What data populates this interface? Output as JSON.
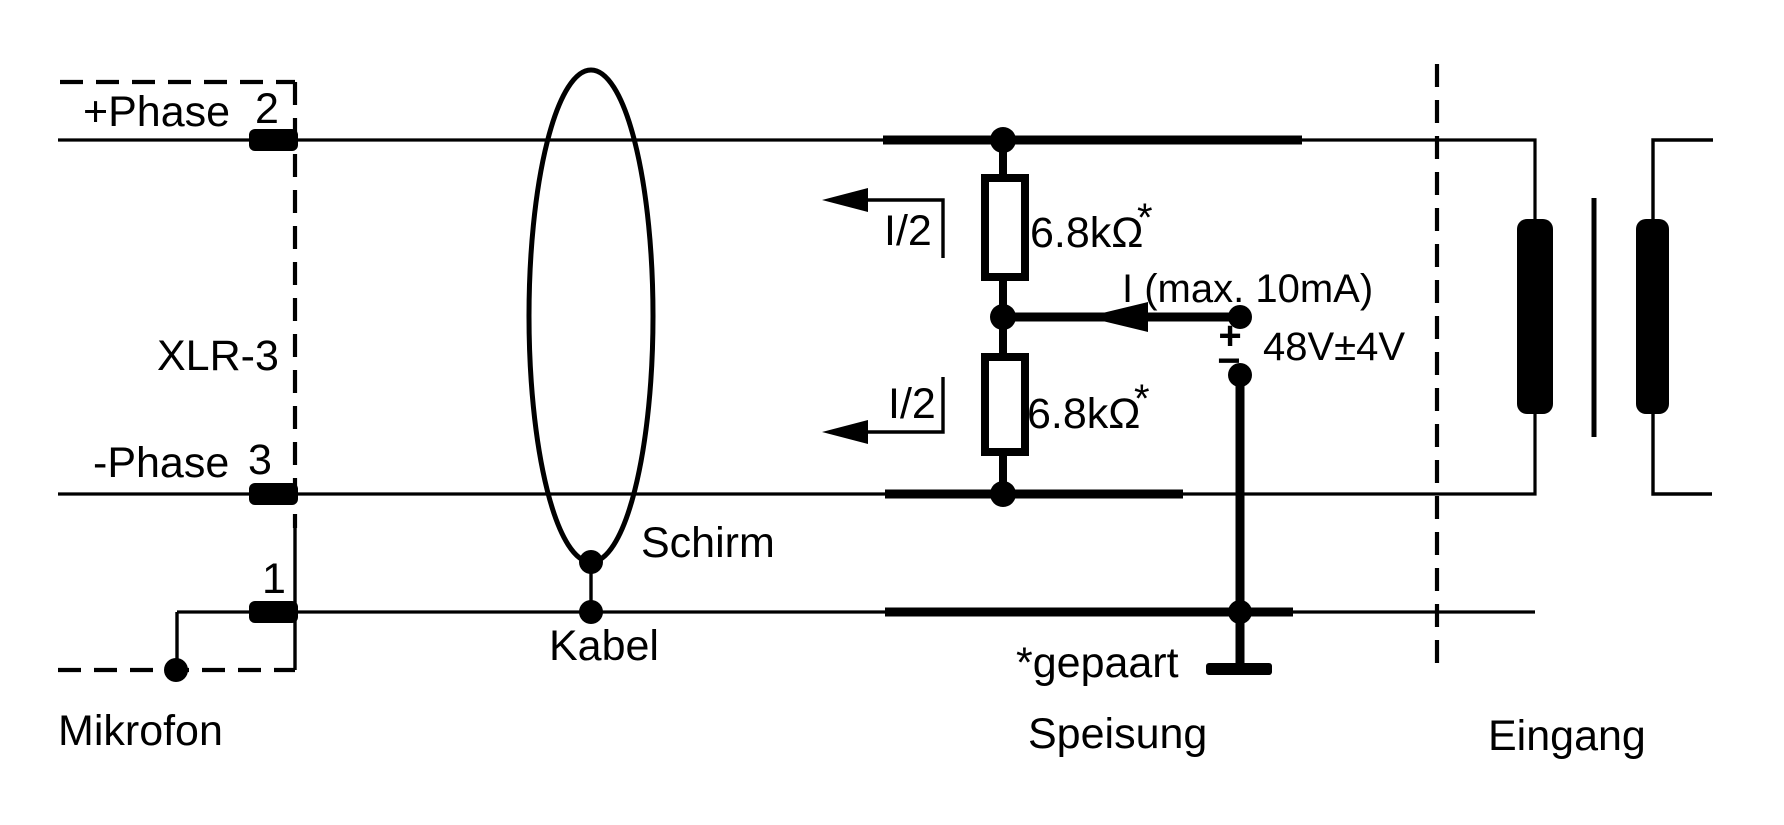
{
  "colors": {
    "ink": "#000000",
    "paper": "#ffffff"
  },
  "microphone": {
    "label": "Mikrofon",
    "connector": "XLR-3",
    "phase_plus": "+Phase",
    "pin2": "2",
    "phase_minus": "-Phase",
    "pin3": "3",
    "pin1": "1"
  },
  "cable": {
    "shield": "Schirm",
    "cable": "Kabel"
  },
  "supply": {
    "label": "Speisung",
    "resistor_upper_value": "6.8kΩ",
    "resistor_upper_star": "*",
    "resistor_lower_value": "6.8kΩ",
    "resistor_lower_star": "*",
    "current_upper": "I/2",
    "current_lower": "I/2",
    "current_note": "I (max. 10mA)",
    "voltage": "48V±4V",
    "plus": "+",
    "minus": "−",
    "paired_note": "*gepaart"
  },
  "input": {
    "label": "Eingang"
  }
}
